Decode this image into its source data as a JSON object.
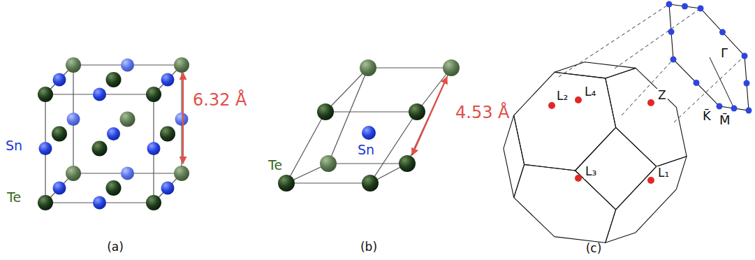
{
  "diagram": {
    "labels": [
      "6.32 Å",
      "Sn",
      "Te",
      "(a)",
      "4.53 Å",
      "Te",
      "Sn",
      "(b)",
      "L₂",
      "L₄",
      "Z",
      "L₃",
      "L₁",
      "Γ̄",
      "K̄",
      "M̄",
      "(c)"
    ]
  }
}
